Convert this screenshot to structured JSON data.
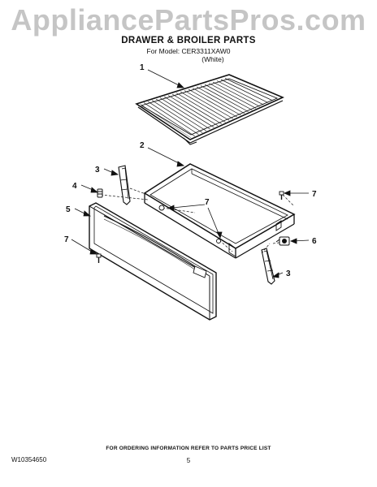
{
  "watermark": "AppliancePartsPros.com",
  "header": {
    "title": "DRAWER & BROILER PARTS",
    "model_line": "For Model: CER3311XAW0",
    "color": "(White)"
  },
  "callouts": {
    "c1": "1",
    "c2": "2",
    "c3a": "3",
    "c3b": "3",
    "c4": "4",
    "c5": "5",
    "c6": "6",
    "c7a": "7",
    "c7b": "7",
    "c7c": "7"
  },
  "footer": {
    "ordering_note": "FOR ORDERING INFORMATION REFER TO PARTS PRICE LIST",
    "doc_number": "W10354650",
    "page_number": "5"
  }
}
